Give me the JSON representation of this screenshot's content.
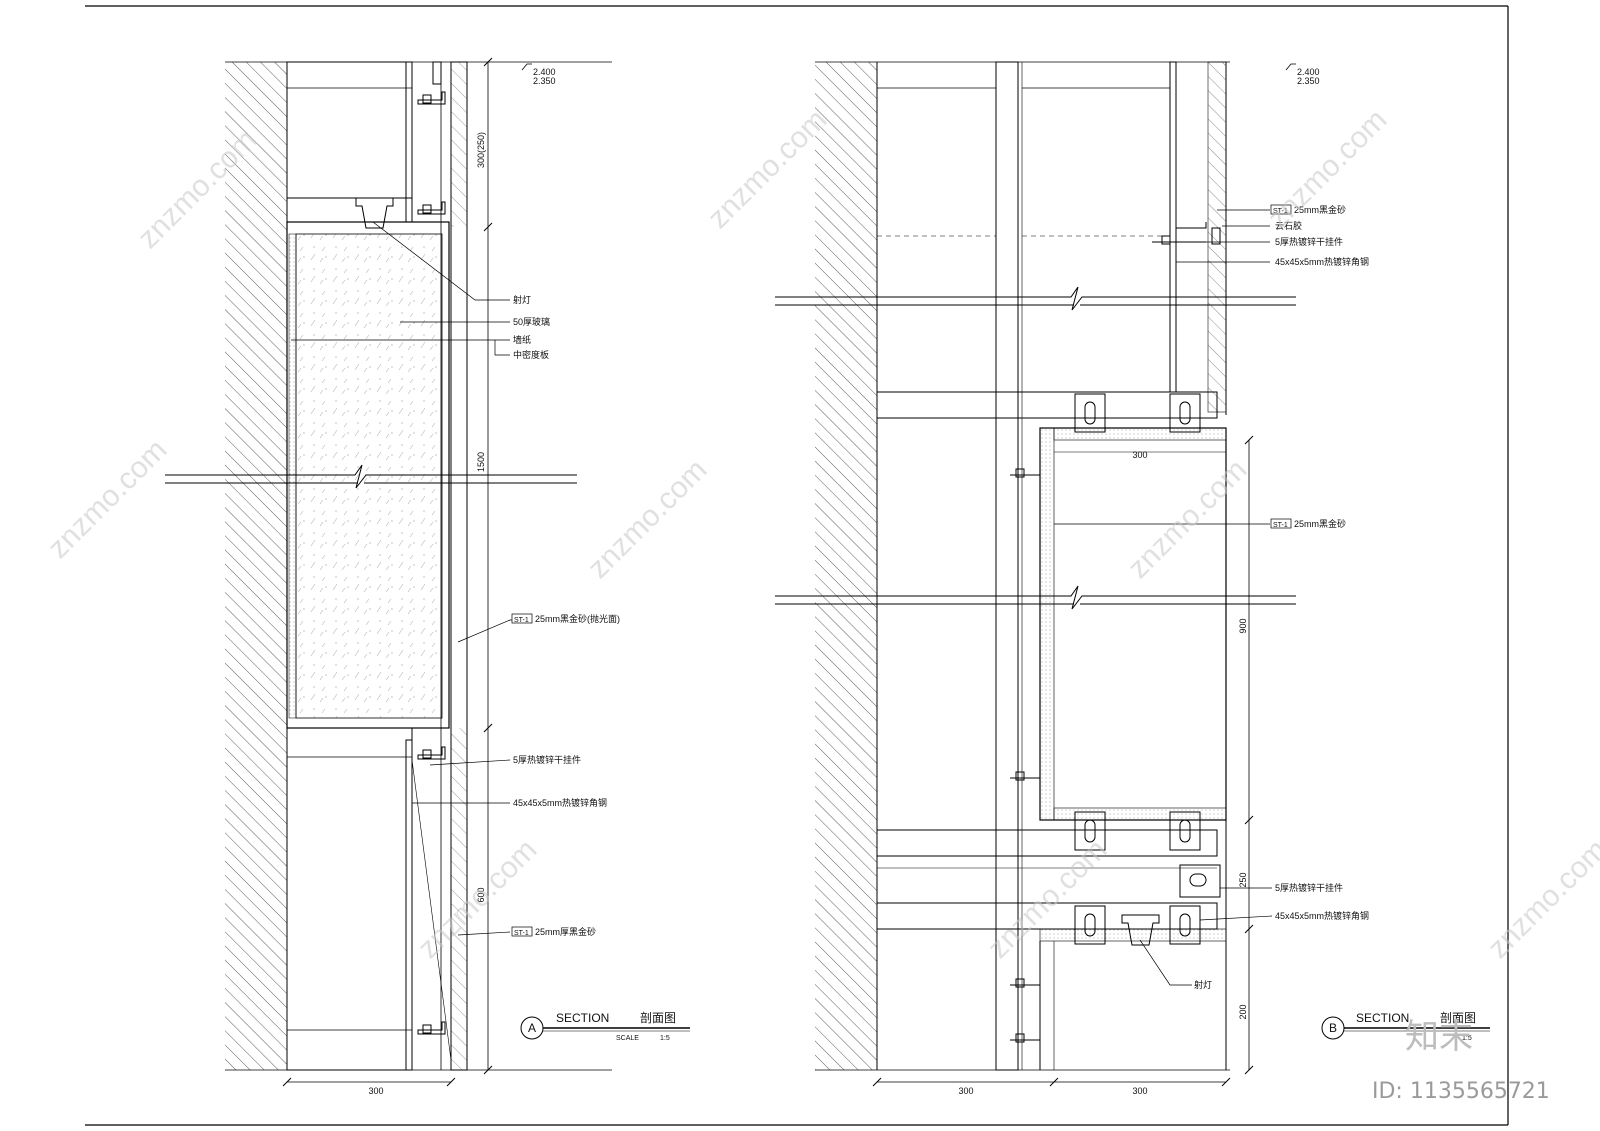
{
  "sections": {
    "a": {
      "marker": "A",
      "title_en": "SECTION",
      "title_cn": "剖面图",
      "scale_label": "SCALE",
      "scale_value": "1:5",
      "elevation_top": "2.400",
      "elevation_second": "2.350",
      "dims": {
        "top": "300(250)",
        "mid": "1500",
        "lower": "600",
        "width": "300"
      },
      "labels": {
        "l1": "射灯",
        "l2": "50厚玻璃",
        "l3": "墙纸",
        "l4": "中密度板",
        "l5": "25mm黑金砂(抛光面)",
        "l6": "5厚热镀锌干挂件",
        "l7": "45x45x5mm热镀锌角钢",
        "l8": "25mm厚黑金砂"
      },
      "tags": {
        "t1": "ST-1",
        "t2": "ST-1"
      }
    },
    "b": {
      "marker": "B",
      "title_en": "SECTION",
      "title_cn": "剖面图",
      "scale_value": "1:5",
      "elevation_top": "2.400",
      "elevation_second": "2.350",
      "dims": {
        "top": "300",
        "h1": "900",
        "h2": "250",
        "h3": "200",
        "w1": "300",
        "w2": "300"
      },
      "labels": {
        "l1": "25mm黑金砂",
        "l2": "云石胶",
        "l3": "5厚热镀锌干挂件",
        "l4": "45x45x5mm热镀锌角钢",
        "l5": "25mm黑金砂",
        "l6": "5厚热镀锌干挂件",
        "l7": "45x45x5mm热镀锌角钢",
        "l8": "射灯"
      },
      "tags": {
        "t1": "ST-1",
        "t2": "ST-1"
      }
    }
  },
  "watermark": {
    "text": "znzmo.com",
    "brand": "知末",
    "id": "ID: 1135565721"
  }
}
